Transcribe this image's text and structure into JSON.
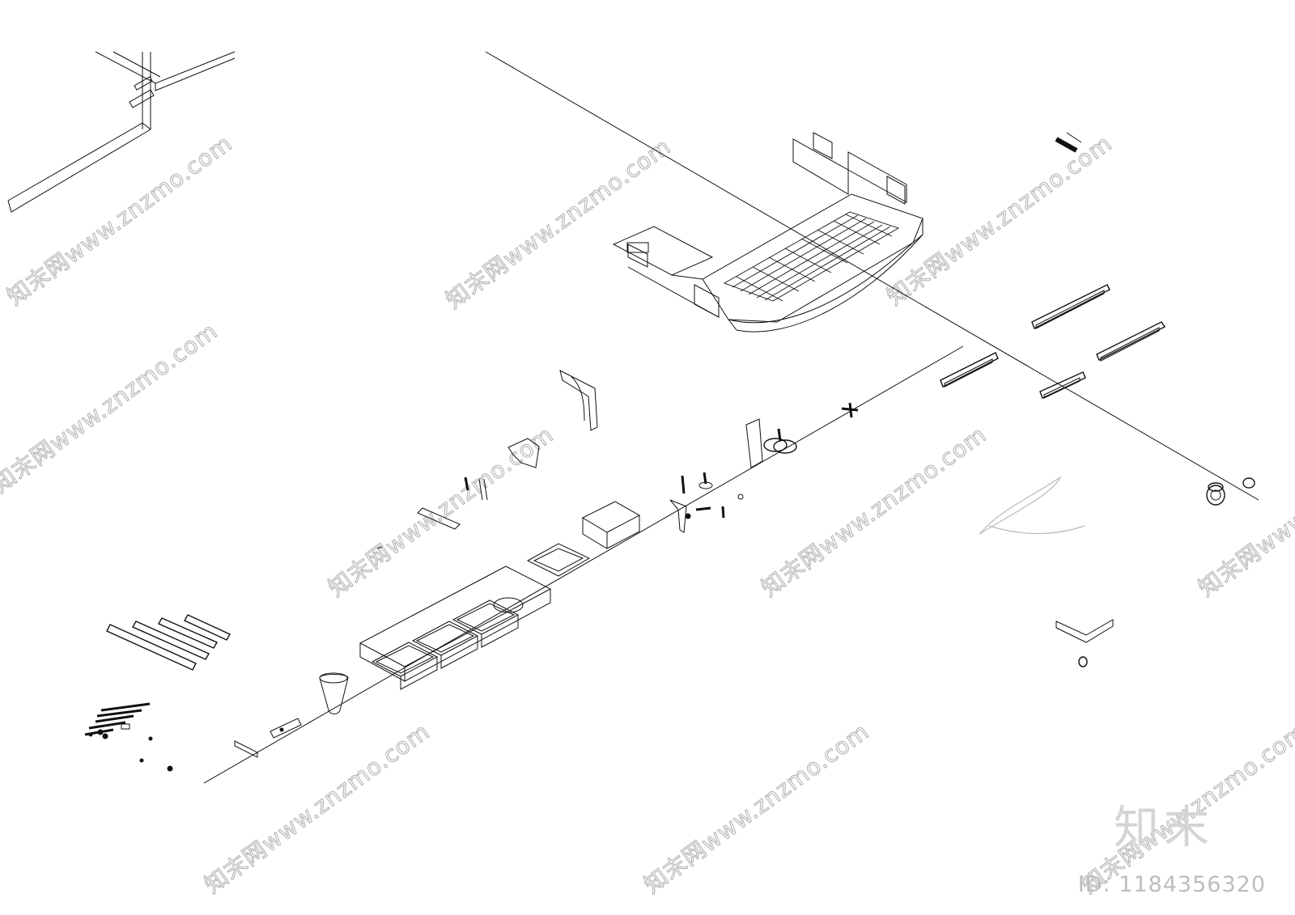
{
  "watermark": {
    "text": "知末网www.znzmo.com",
    "brand": "知末",
    "id_label": "ID: 1184356320"
  }
}
